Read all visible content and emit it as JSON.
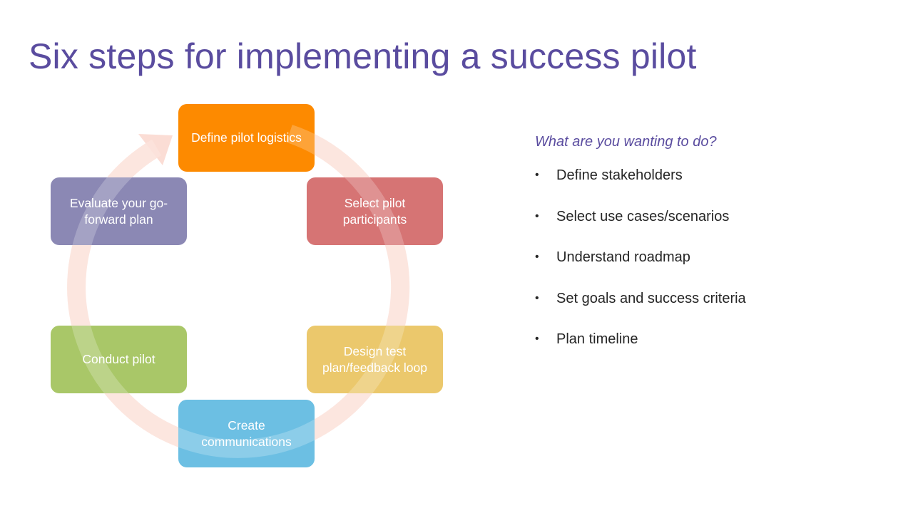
{
  "title": "Six steps for implementing a success pilot",
  "colors": {
    "title": "#5a4c9f",
    "ring": "#f7c4b8",
    "step_logistics": "#fd8a00",
    "step_participants": "#d67474",
    "step_design": "#ebc86c",
    "step_communications": "#6cbfe3",
    "step_conduct": "#a9c768",
    "step_evaluate": "#8b88b4"
  },
  "steps": [
    {
      "label": "Define pilot logistics"
    },
    {
      "label": "Select pilot participants"
    },
    {
      "label": "Design test plan/feedback loop"
    },
    {
      "label": "Create communications"
    },
    {
      "label": "Conduct pilot"
    },
    {
      "label": "Evaluate your go-forward plan"
    }
  ],
  "panel": {
    "question": "What are you wanting to do?",
    "bullet_symbol": "•",
    "items": [
      "Define stakeholders",
      "Select use cases/scenarios",
      "Understand roadmap",
      "Set goals and success criteria",
      "Plan timeline"
    ]
  }
}
